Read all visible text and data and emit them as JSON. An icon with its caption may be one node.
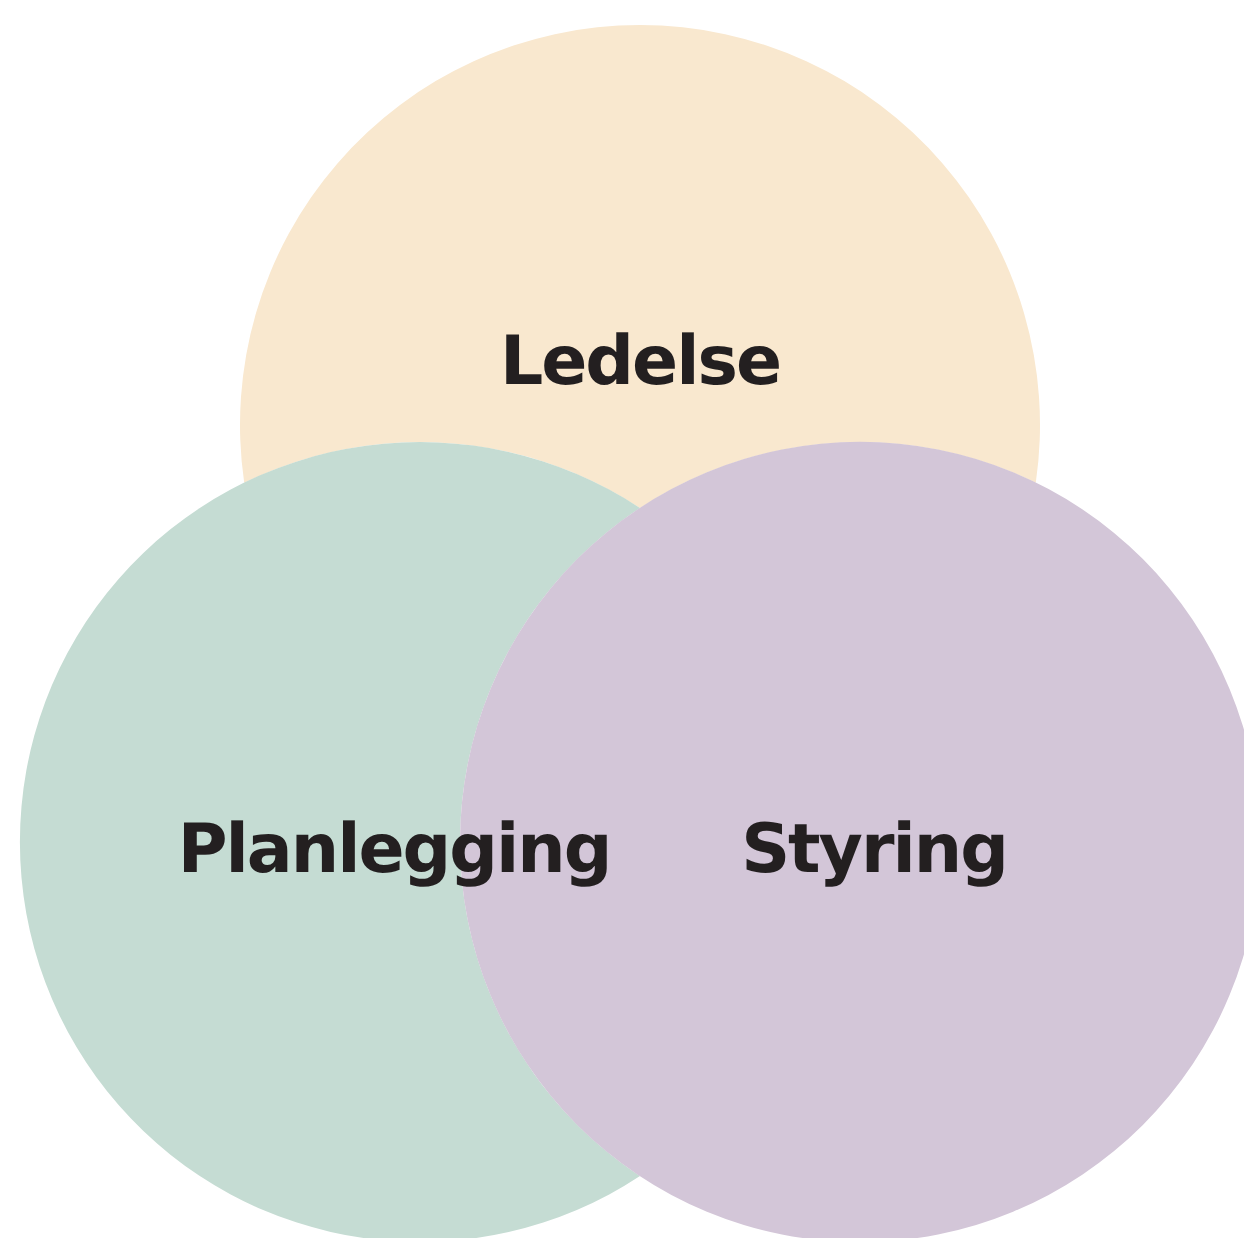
{
  "diagram": {
    "nodes": [
      {
        "text": [
          "Ledelse"
        ]
      },
      {
        "text": [
          "Planlegging"
        ]
      },
      {
        "text": [
          "Styring"
        ]
      }
    ]
  }
}
